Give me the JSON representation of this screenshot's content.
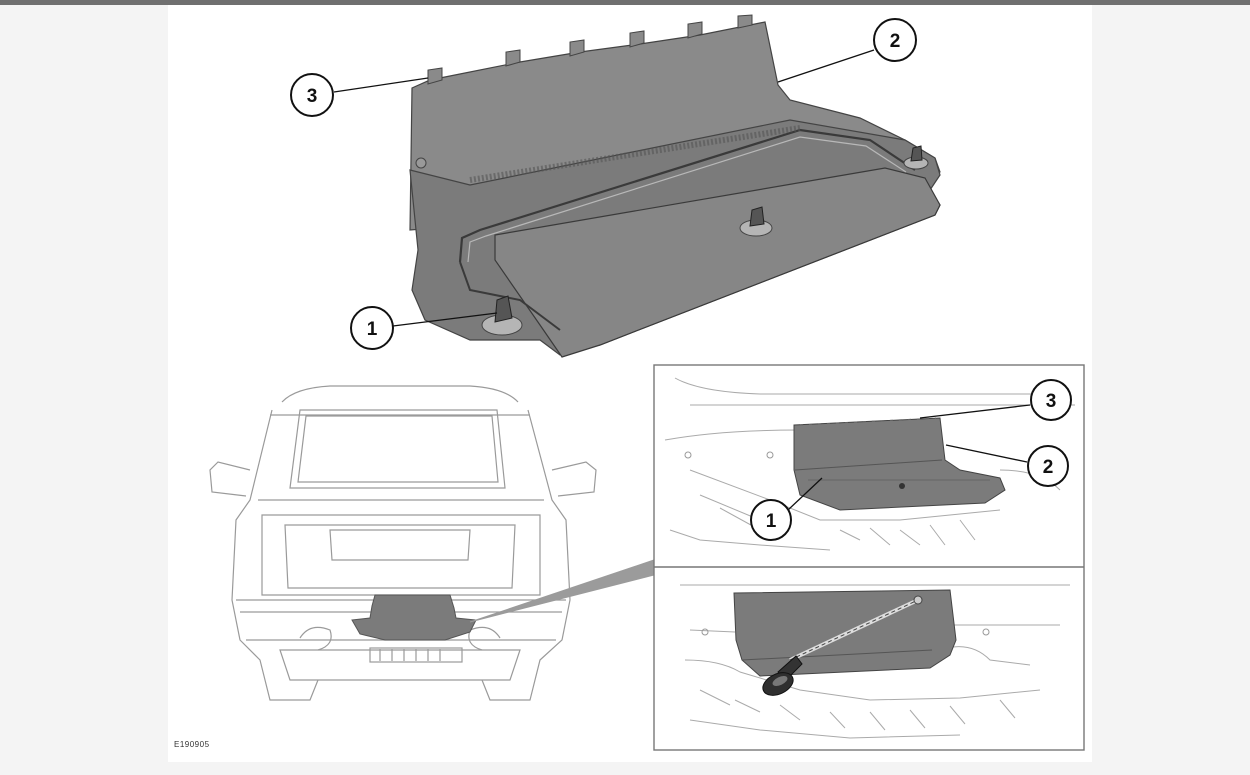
{
  "figure": {
    "id_text": "E190905",
    "main_callouts": [
      {
        "num": "1"
      },
      {
        "num": "2"
      },
      {
        "num": "3"
      }
    ],
    "inset_callouts": [
      {
        "num": "3"
      },
      {
        "num": "2"
      },
      {
        "num": "1"
      }
    ]
  },
  "colors": {
    "shield_fill": "#7b7b7b",
    "shield_dark": "#5e5e5e",
    "line": "#333333",
    "background": "#f4f4f4",
    "top_bar": "#707070"
  }
}
